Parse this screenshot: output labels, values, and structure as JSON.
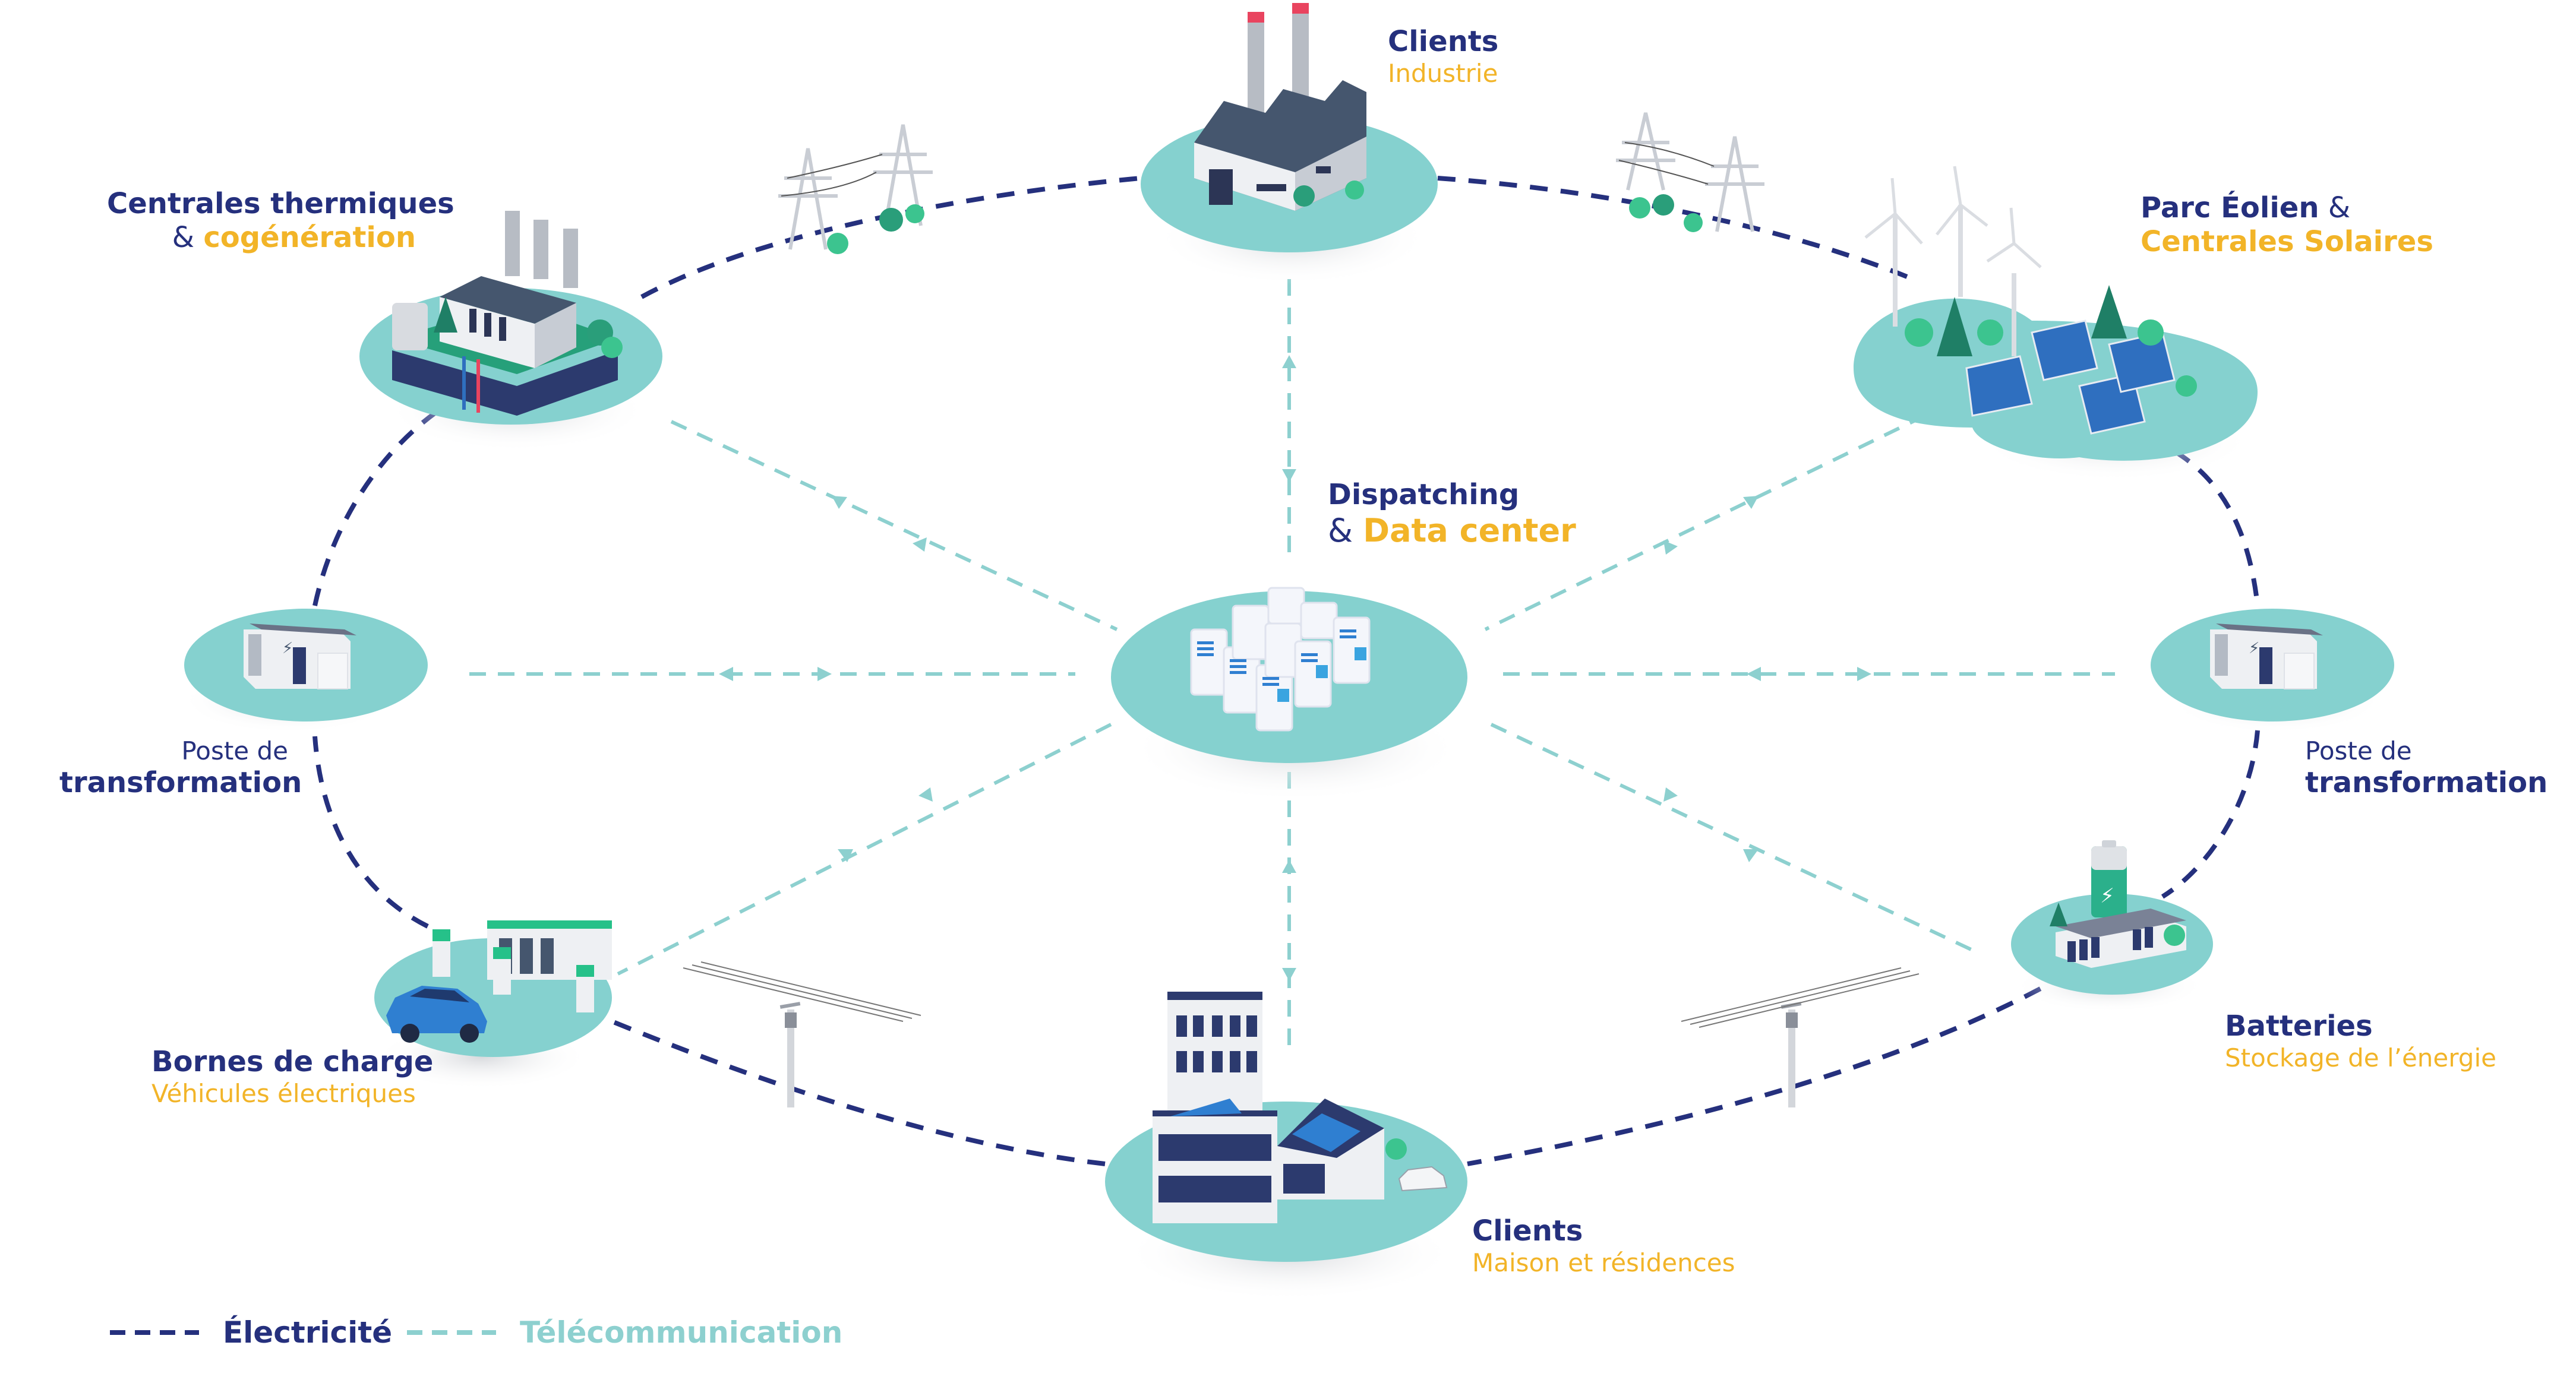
{
  "colors": {
    "electricity": "#25307d",
    "telecom": "#8dd0cf",
    "accent": "#f2b428",
    "platform": "#85d1cf"
  },
  "nodes": {
    "industry": {
      "title": "Clients",
      "subtitle": "Industrie",
      "icon": "factory-icon"
    },
    "thermal": {
      "title": "Centrales thermiques",
      "amp": "&",
      "highlight": "cogénération",
      "icon": "power-plant-icon"
    },
    "renewables": {
      "title": "Parc Éolien",
      "amp": "&",
      "highlight": "Centrales Solaires",
      "icon": "wind-solar-icon"
    },
    "dispatch": {
      "title": "Dispatching",
      "amp": "&",
      "highlight": "Data center",
      "icon": "data-center-icon"
    },
    "substation_left": {
      "line1": "Poste de",
      "line2": "transformation",
      "icon": "transformer-icon"
    },
    "substation_right": {
      "line1": "Poste de",
      "line2": "transformation",
      "icon": "transformer-icon"
    },
    "charging": {
      "title": "Bornes de charge",
      "subtitle": "Véhicules électriques",
      "icon": "ev-charger-icon"
    },
    "batteries": {
      "title": "Batteries",
      "subtitle": "Stockage de l’énergie",
      "icon": "battery-icon"
    },
    "homes": {
      "title": "Clients",
      "subtitle": "Maison et résidences",
      "icon": "buildings-icon"
    }
  },
  "legend": [
    {
      "label": "Électricité",
      "type": "electricity"
    },
    {
      "label": "Télécommunication",
      "type": "telecom"
    }
  ]
}
